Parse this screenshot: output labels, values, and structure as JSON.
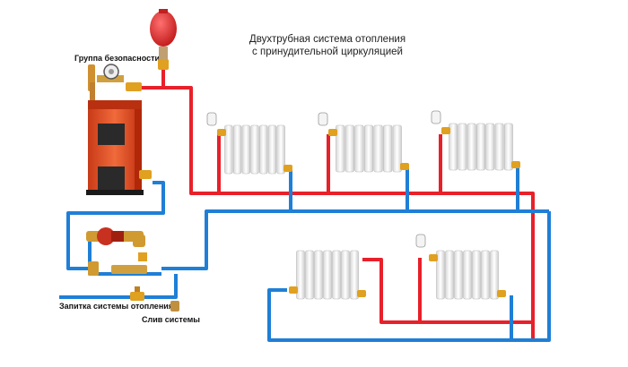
{
  "diagram": {
    "title_line1": "Двухтрубная система отопления",
    "title_line2": "с принудительной циркуляцией",
    "labels": {
      "safety_group": "Группа безопасности",
      "fill": "Запитка системы отопления",
      "drain": "Слив системы"
    },
    "colors": {
      "supply_pipe": "#e8202a",
      "return_pipe": "#1f7fd6",
      "boiler": "#e8502a",
      "expansion_tank": "#e03030",
      "radiator": "#f2f2f2",
      "valve": "#e0a020"
    },
    "components": [
      "expansion-tank",
      "safety-group",
      "boiler",
      "circulation-pump",
      "radiator",
      "radiator",
      "radiator",
      "radiator",
      "radiator"
    ]
  }
}
